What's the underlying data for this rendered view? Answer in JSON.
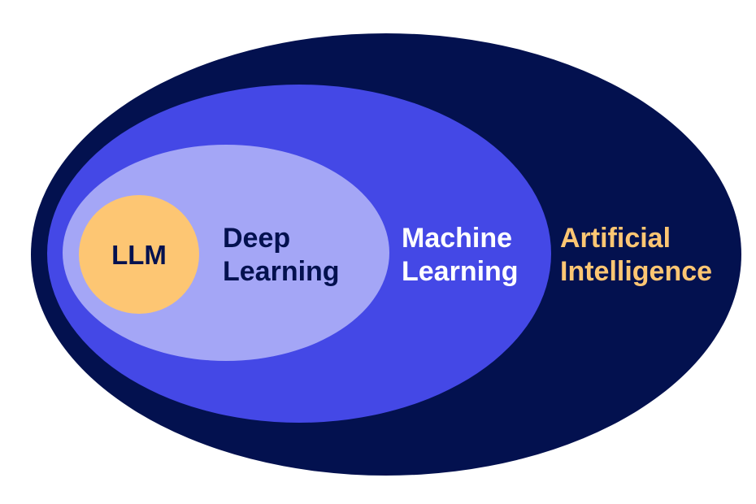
{
  "diagram": {
    "type": "nested-set",
    "colors": {
      "background": "#ffffff",
      "artificial_intelligence": "#03114f",
      "machine_learning": "#4448e6",
      "deep_learning": "#a4a6f6",
      "llm": "#fdc673",
      "dark_text": "#03114f",
      "light_text": "#ffffff",
      "accent_text": "#fdc673"
    },
    "sets": [
      {
        "id": "artificial_intelligence",
        "lines": [
          "Artificial",
          "Intelligence"
        ]
      },
      {
        "id": "machine_learning",
        "lines": [
          "Machine",
          "Learning"
        ]
      },
      {
        "id": "deep_learning",
        "lines": [
          "Deep",
          "Learning"
        ]
      },
      {
        "id": "llm",
        "lines": [
          "LLM"
        ]
      }
    ]
  }
}
